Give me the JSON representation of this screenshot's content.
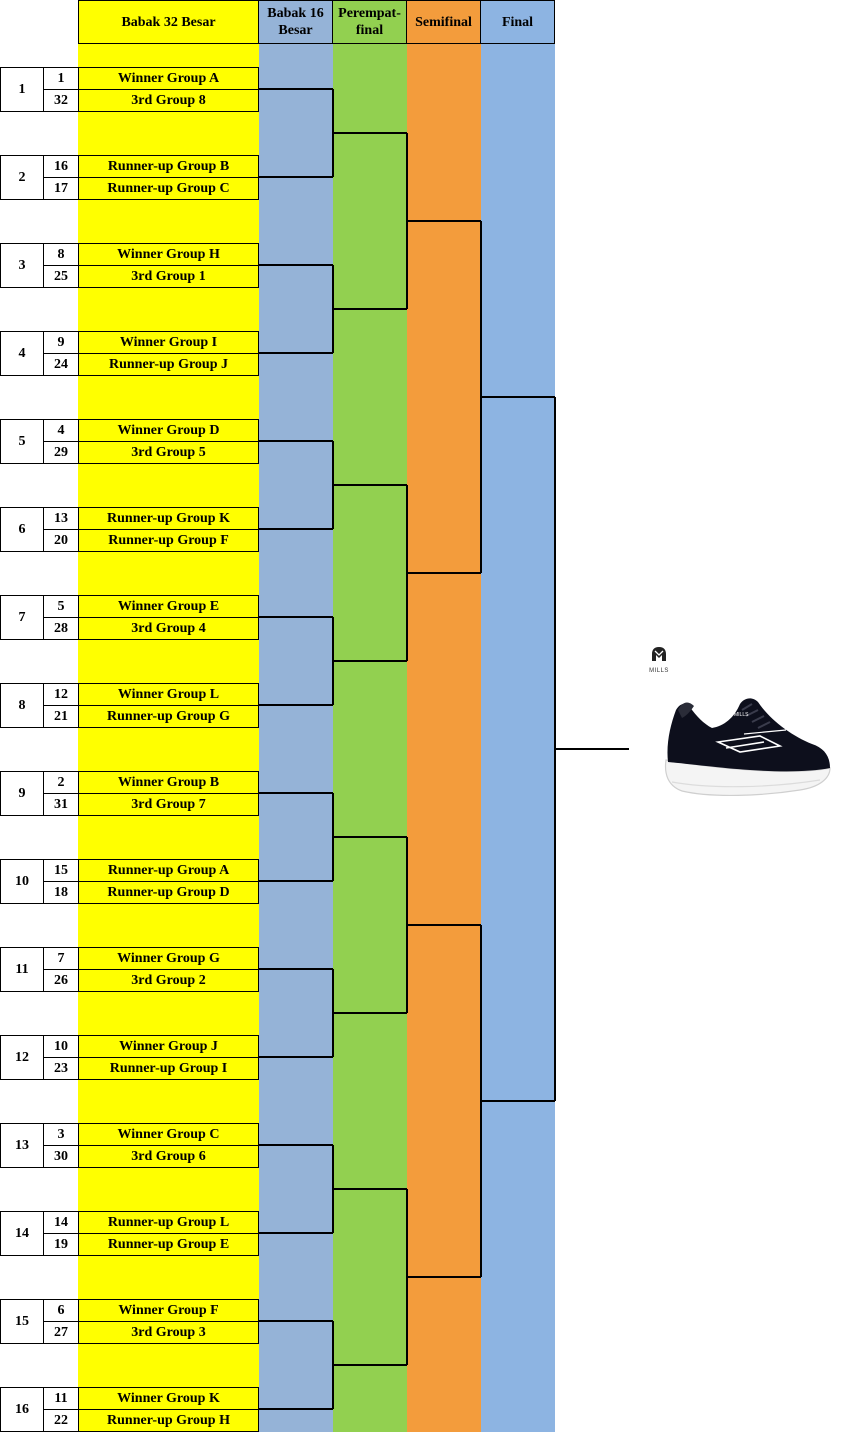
{
  "headers": {
    "round32": "Babak 32 Besar",
    "round16": "Babak 16 Besar",
    "quarterfinal": "Perempat-final",
    "semifinal": "Semifinal",
    "final": "Final"
  },
  "colors": {
    "round32": "#ffff00",
    "round16": "#95b3d7",
    "quarterfinal": "#92d050",
    "semifinal": "#f39c3c",
    "final": "#8db4e2"
  },
  "logo": {
    "text": "MILLS",
    "icon": "helmet-icon"
  },
  "product_image": {
    "icon": "sneaker-icon"
  },
  "matches": [
    {
      "match": "1",
      "teams": [
        {
          "seed": "1",
          "name": "Winner Group A"
        },
        {
          "seed": "32",
          "name": "3rd Group 8"
        }
      ]
    },
    {
      "match": "2",
      "teams": [
        {
          "seed": "16",
          "name": "Runner-up Group B"
        },
        {
          "seed": "17",
          "name": "Runner-up Group C"
        }
      ]
    },
    {
      "match": "3",
      "teams": [
        {
          "seed": "8",
          "name": "Winner Group H"
        },
        {
          "seed": "25",
          "name": "3rd Group 1"
        }
      ]
    },
    {
      "match": "4",
      "teams": [
        {
          "seed": "9",
          "name": "Winner Group I"
        },
        {
          "seed": "24",
          "name": "Runner-up Group J"
        }
      ]
    },
    {
      "match": "5",
      "teams": [
        {
          "seed": "4",
          "name": "Winner Group D"
        },
        {
          "seed": "29",
          "name": "3rd Group 5"
        }
      ]
    },
    {
      "match": "6",
      "teams": [
        {
          "seed": "13",
          "name": "Runner-up Group K"
        },
        {
          "seed": "20",
          "name": "Runner-up Group F"
        }
      ]
    },
    {
      "match": "7",
      "teams": [
        {
          "seed": "5",
          "name": "Winner Group E"
        },
        {
          "seed": "28",
          "name": "3rd Group 4"
        }
      ]
    },
    {
      "match": "8",
      "teams": [
        {
          "seed": "12",
          "name": "Winner Group L"
        },
        {
          "seed": "21",
          "name": "Runner-up Group G"
        }
      ]
    },
    {
      "match": "9",
      "teams": [
        {
          "seed": "2",
          "name": "Winner Group B"
        },
        {
          "seed": "31",
          "name": "3rd Group 7"
        }
      ]
    },
    {
      "match": "10",
      "teams": [
        {
          "seed": "15",
          "name": "Runner-up Group A"
        },
        {
          "seed": "18",
          "name": "Runner-up Group D"
        }
      ]
    },
    {
      "match": "11",
      "teams": [
        {
          "seed": "7",
          "name": "Winner Group G"
        },
        {
          "seed": "26",
          "name": "3rd Group 2"
        }
      ]
    },
    {
      "match": "12",
      "teams": [
        {
          "seed": "10",
          "name": "Winner Group J"
        },
        {
          "seed": "23",
          "name": "Runner-up Group I"
        }
      ]
    },
    {
      "match": "13",
      "teams": [
        {
          "seed": "3",
          "name": "Winner Group C"
        },
        {
          "seed": "30",
          "name": "3rd Group 6"
        }
      ]
    },
    {
      "match": "14",
      "teams": [
        {
          "seed": "14",
          "name": "Runner-up Group L"
        },
        {
          "seed": "19",
          "name": "Runner-up Group E"
        }
      ]
    },
    {
      "match": "15",
      "teams": [
        {
          "seed": "6",
          "name": "Winner Group F"
        },
        {
          "seed": "27",
          "name": "3rd Group 3"
        }
      ]
    },
    {
      "match": "16",
      "teams": [
        {
          "seed": "11",
          "name": "Winner Group K"
        },
        {
          "seed": "22",
          "name": "Runner-up Group H"
        }
      ]
    }
  ]
}
